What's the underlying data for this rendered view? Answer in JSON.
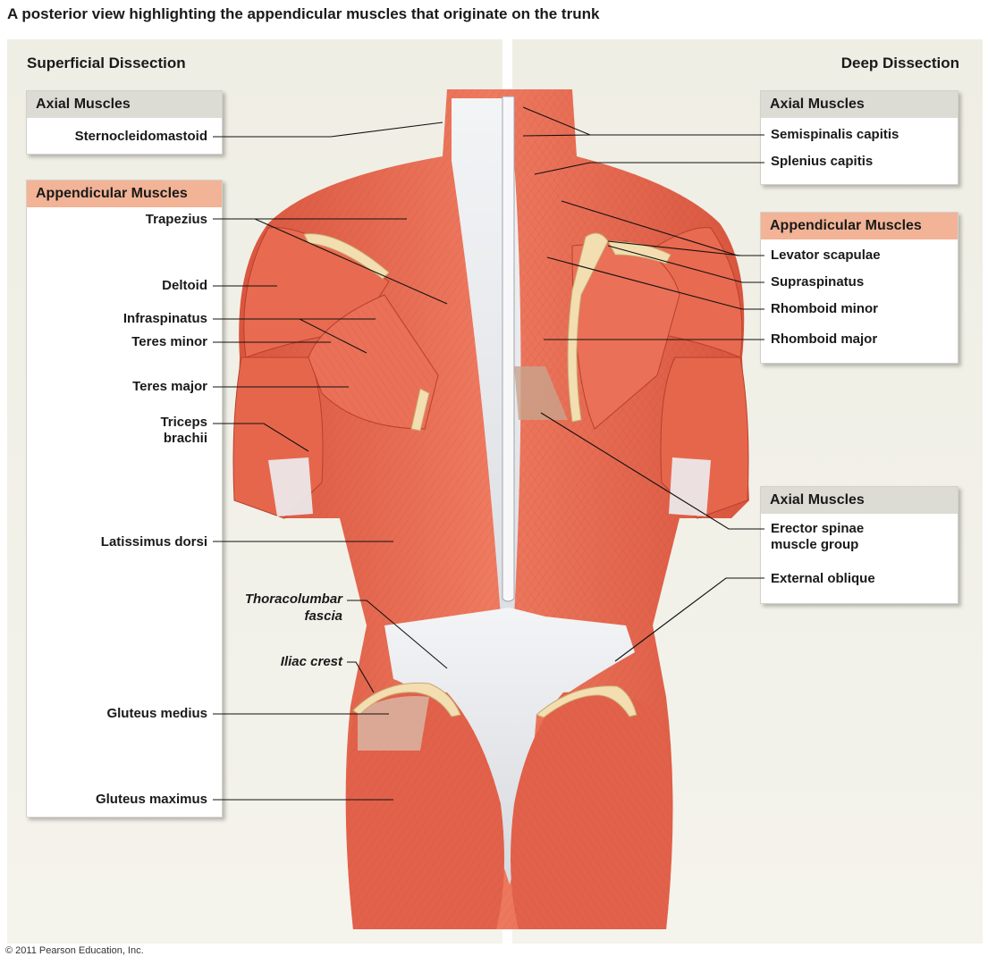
{
  "title": "A posterior view highlighting the appendicular muscles that originate on the trunk",
  "left_heading": "Superficial Dissection",
  "right_heading": "Deep Dissection",
  "left_boxes": {
    "axial_title": "Axial Muscles",
    "appendicular_title": "Appendicular Muscles"
  },
  "right_boxes": {
    "axial_top_title": "Axial Muscles",
    "appendicular_title": "Appendicular Muscles",
    "axial_bottom_title": "Axial Muscles"
  },
  "left_labels": {
    "sternocleidomastoid": "Sternocleidomastoid",
    "trapezius": "Trapezius",
    "deltoid": "Deltoid",
    "infraspinatus": "Infraspinatus",
    "teres_minor": "Teres minor",
    "teres_major": "Teres major",
    "triceps_line1": "Triceps",
    "triceps_line2": "brachii",
    "latissimus": "Latissimus dorsi",
    "thoracolumbar_line1": "Thoracolumbar",
    "thoracolumbar_line2": "fascia",
    "iliac_crest": "Iliac crest",
    "gluteus_medius": "Gluteus medius",
    "gluteus_maximus": "Gluteus maximus"
  },
  "right_labels": {
    "semispinalis": "Semispinalis capitis",
    "splenius": "Splenius capitis",
    "levator": "Levator scapulae",
    "supraspinatus": "Supraspinatus",
    "rhomboid_minor": "Rhomboid minor",
    "rhomboid_major": "Rhomboid major",
    "erector_line1": "Erector spinae",
    "erector_line2": "muscle group",
    "external_oblique": "External oblique"
  },
  "copyright": "© 2011 Pearson Education, Inc.",
  "colors": {
    "muscle": "#e2614a",
    "muscle_light": "#f08a72",
    "fascia": "#e4e6ea",
    "bone": "#f2deb0",
    "panel_bg": "#efeee4",
    "header_grey": "#dcdcd4",
    "header_peach": "#f2b396"
  }
}
